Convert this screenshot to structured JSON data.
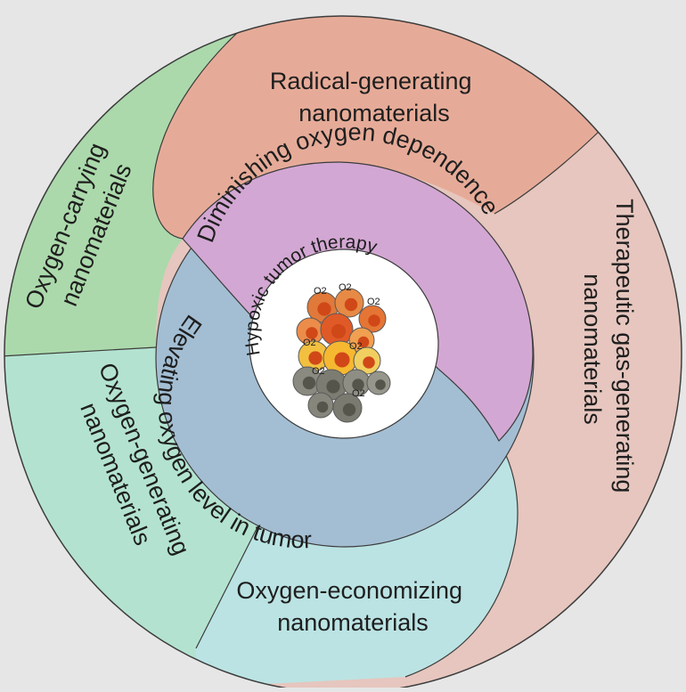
{
  "diagram": {
    "center": {
      "label": "Hypoxic tumor therapy"
    },
    "inner_ring": [
      {
        "label": "Diminishing oxygen dependence",
        "color": "#d3a7d3"
      },
      {
        "label": "Elevating oxygen level in tumor",
        "color": "#a3bed3"
      }
    ],
    "outer_segments": [
      {
        "label_lines": [
          "Radical-generating",
          "nanomaterials"
        ],
        "color": "#e6ab98"
      },
      {
        "label_lines": [
          "Therapeutic gas-generating",
          "nanomaterials"
        ],
        "color": "#e6c6be"
      },
      {
        "label_lines": [
          "Oxygen-economizing",
          "nanomaterials"
        ],
        "color": "#bbe3e3"
      },
      {
        "label_lines": [
          "Oxygen-generating",
          "nanomaterials"
        ],
        "color": "#b3e3d0"
      },
      {
        "label_lines": [
          "Oxygen-carrying",
          "nanomaterials"
        ],
        "color": "#abd9ab"
      }
    ],
    "colors": {
      "background": "#e6e6e6",
      "outline": "#3c3c3c",
      "center_fill": "#ffffff"
    },
    "tumor_icon": {
      "o2_glyph": "O2"
    }
  }
}
